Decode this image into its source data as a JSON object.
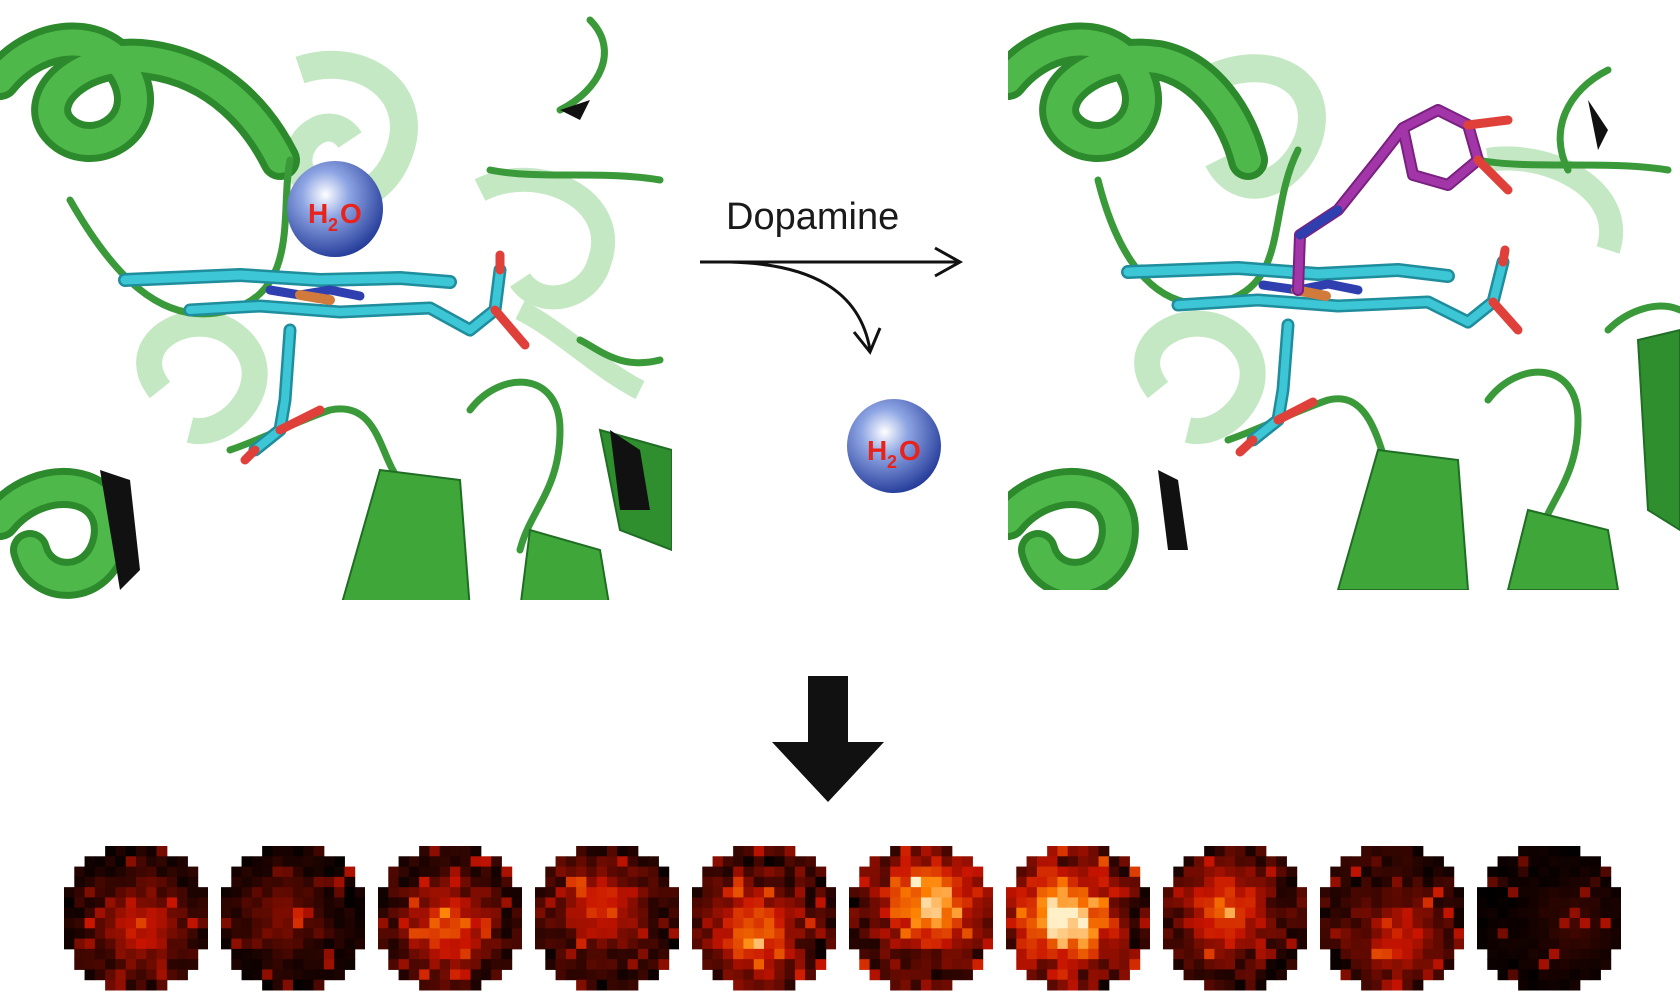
{
  "figure": {
    "reaction_label": "Dopamine",
    "water_label_main": "H",
    "water_label_sub": "2",
    "water_label_tail": "O"
  },
  "colors": {
    "protein_green": "#3aa53a",
    "protein_dark": "#1f6e24",
    "heme_cyan": "#3cc6d6",
    "nitrogen_blue": "#2f3fb0",
    "iron_orange": "#d07a3c",
    "oxygen_red": "#e0403a",
    "dopamine_magenta": "#a236a8",
    "water_sphere": "#2c4aa8",
    "arrow_black": "#111111"
  },
  "panels": {
    "left": {
      "description_icon": "protein-structure-with-water"
    },
    "right": {
      "description_icon": "protein-structure-with-dopamine"
    }
  },
  "scans": {
    "count": 10,
    "intensity": [
      0.35,
      0.2,
      0.45,
      0.4,
      0.55,
      0.75,
      0.95,
      0.5,
      0.35,
      0.1
    ]
  }
}
